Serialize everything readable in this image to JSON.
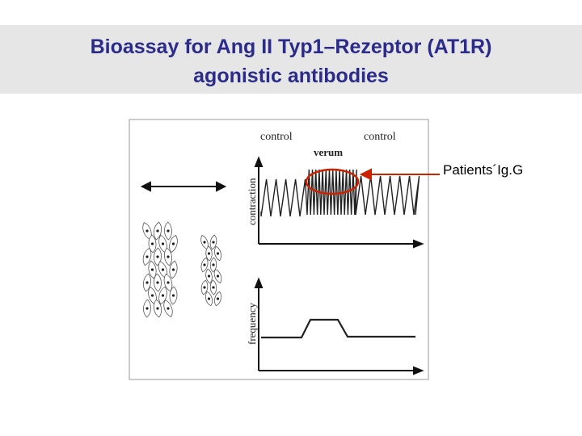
{
  "title": {
    "line1": "Bioassay for Ang II Typ1–Rezeptor (AT1R)",
    "line2": "agonistic antibodies"
  },
  "figure": {
    "top_labels": {
      "control_left": "control",
      "verum": "verum",
      "control_right": "control"
    },
    "axis_labels": {
      "contraction": "contraction",
      "frequency": "frequency"
    }
  },
  "callout": {
    "label": "Patients´Ig.G",
    "arrow_color": "#cc2200",
    "circle_color": "#cc2200"
  },
  "colors": {
    "title": "#2b2b8c",
    "title_band": "#e6e6e6",
    "figure_line": "#222222"
  }
}
